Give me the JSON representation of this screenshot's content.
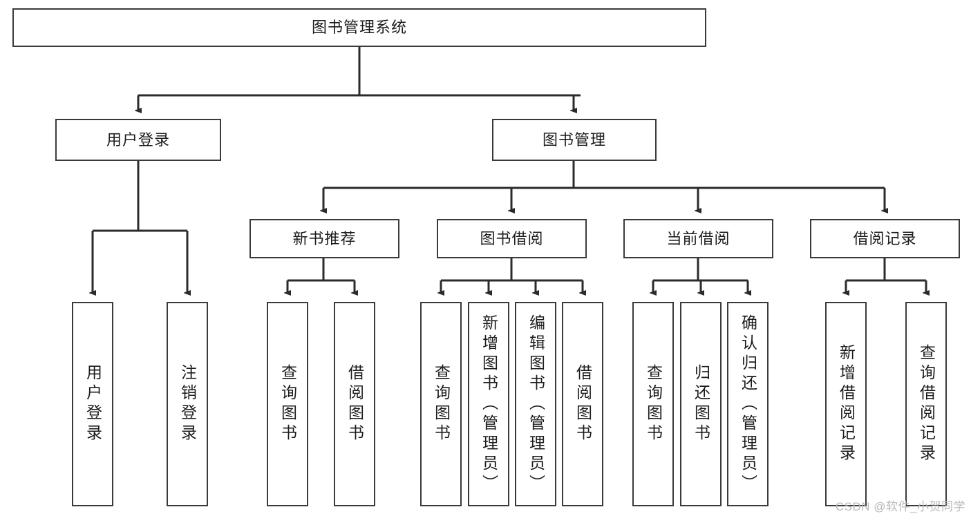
{
  "diagram": {
    "title": "图书管理系统",
    "type": "tree-hierarchy-diagram",
    "root": {
      "label": "图书管理系统"
    },
    "level1": [
      {
        "label": "用户登录"
      },
      {
        "label": "图书管理"
      }
    ],
    "level2": [
      {
        "label": "新书推荐"
      },
      {
        "label": "图书借阅"
      },
      {
        "label": "当前借阅"
      },
      {
        "label": "借阅记录"
      }
    ],
    "leaves": [
      {
        "label": "用户登录",
        "parent": "用户登录"
      },
      {
        "label": "注销登录",
        "parent": "用户登录"
      },
      {
        "label": "查询图书",
        "parent": "新书推荐"
      },
      {
        "label": "借阅图书",
        "parent": "新书推荐"
      },
      {
        "label": "查询图书",
        "parent": "图书借阅"
      },
      {
        "label": "新增图书（管理员）",
        "parent": "图书借阅"
      },
      {
        "label": "编辑图书（管理员）",
        "parent": "图书借阅"
      },
      {
        "label": "借阅图书",
        "parent": "图书借阅"
      },
      {
        "label": "查询图书",
        "parent": "当前借阅"
      },
      {
        "label": "归还图书",
        "parent": "当前借阅"
      },
      {
        "label": "确认归还（管理员）",
        "parent": "当前借阅"
      },
      {
        "label": "新增借阅记录",
        "parent": "借阅记录"
      },
      {
        "label": "查询借阅记录",
        "parent": "借阅记录"
      }
    ],
    "colors": {
      "box_border": "#3a3a3a",
      "box_fill": "#ffffff",
      "connector": "#2b2b2b",
      "text": "#1c1c1c",
      "watermark": "#b9b9b9",
      "background": "#ffffff"
    }
  },
  "watermark": {
    "text": "CSDN @软件_小贺同学"
  }
}
